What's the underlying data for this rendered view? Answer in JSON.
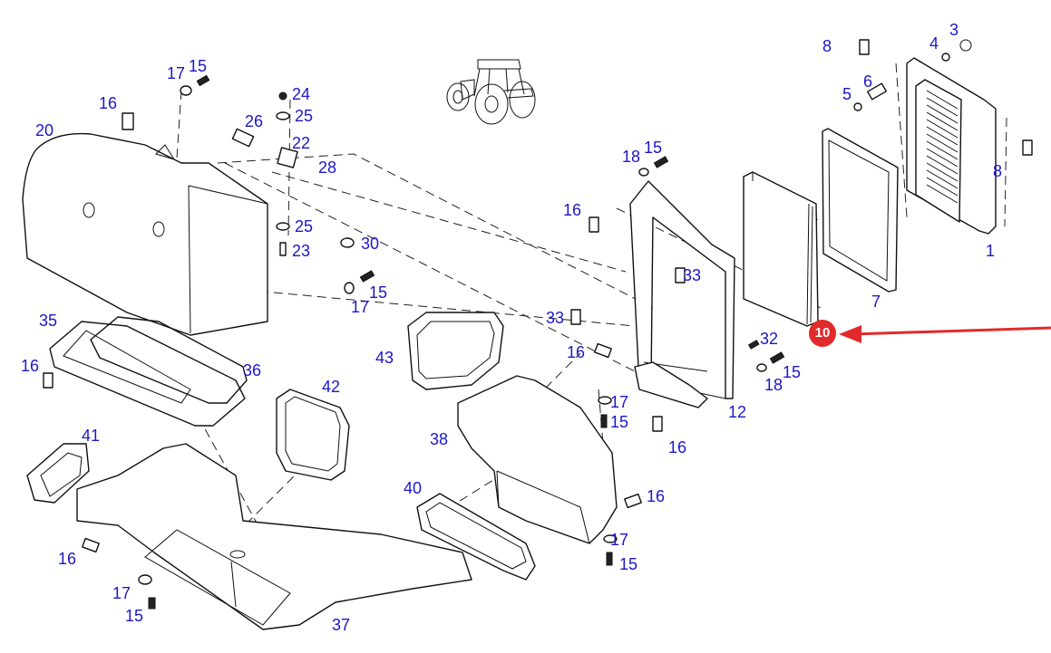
{
  "diagram": {
    "type": "exploded parts diagram",
    "subject": "Tractor cab air ducting / air filter assembly",
    "highlight": {
      "part_number": "10",
      "callout_color": "#e22a2a",
      "arrow_color": "#e22a2a"
    },
    "label_color": "#1c17c9",
    "labels": [
      {
        "id": "l1",
        "text": "1"
      },
      {
        "id": "l3",
        "text": "3"
      },
      {
        "id": "l4",
        "text": "4"
      },
      {
        "id": "l5",
        "text": "5"
      },
      {
        "id": "l6",
        "text": "6"
      },
      {
        "id": "l7",
        "text": "7"
      },
      {
        "id": "l8a",
        "text": "8"
      },
      {
        "id": "l8b",
        "text": "8"
      },
      {
        "id": "l12",
        "text": "12"
      },
      {
        "id": "l15a",
        "text": "15"
      },
      {
        "id": "l15b",
        "text": "15"
      },
      {
        "id": "l15c",
        "text": "15"
      },
      {
        "id": "l15d",
        "text": "15"
      },
      {
        "id": "l15e",
        "text": "15"
      },
      {
        "id": "l15f",
        "text": "15"
      },
      {
        "id": "l15g",
        "text": "15"
      },
      {
        "id": "l16a",
        "text": "16"
      },
      {
        "id": "l16b",
        "text": "16"
      },
      {
        "id": "l16c",
        "text": "16"
      },
      {
        "id": "l16d",
        "text": "16"
      },
      {
        "id": "l16e",
        "text": "16"
      },
      {
        "id": "l16f",
        "text": "16"
      },
      {
        "id": "l16g",
        "text": "16"
      },
      {
        "id": "l17a",
        "text": "17"
      },
      {
        "id": "l17b",
        "text": "17"
      },
      {
        "id": "l17c",
        "text": "17"
      },
      {
        "id": "l17d",
        "text": "17"
      },
      {
        "id": "l17e",
        "text": "17"
      },
      {
        "id": "l18a",
        "text": "18"
      },
      {
        "id": "l18b",
        "text": "18"
      },
      {
        "id": "l20",
        "text": "20"
      },
      {
        "id": "l22",
        "text": "22"
      },
      {
        "id": "l23",
        "text": "23"
      },
      {
        "id": "l24",
        "text": "24"
      },
      {
        "id": "l25a",
        "text": "25"
      },
      {
        "id": "l25b",
        "text": "25"
      },
      {
        "id": "l26",
        "text": "26"
      },
      {
        "id": "l28",
        "text": "28"
      },
      {
        "id": "l30",
        "text": "30"
      },
      {
        "id": "l32",
        "text": "32"
      },
      {
        "id": "l33a",
        "text": "33"
      },
      {
        "id": "l33b",
        "text": "33"
      },
      {
        "id": "l35",
        "text": "35"
      },
      {
        "id": "l36",
        "text": "36"
      },
      {
        "id": "l37",
        "text": "37"
      },
      {
        "id": "l38",
        "text": "38"
      },
      {
        "id": "l40",
        "text": "40"
      },
      {
        "id": "l41",
        "text": "41"
      },
      {
        "id": "l42",
        "text": "42"
      },
      {
        "id": "l43",
        "text": "43"
      }
    ]
  }
}
